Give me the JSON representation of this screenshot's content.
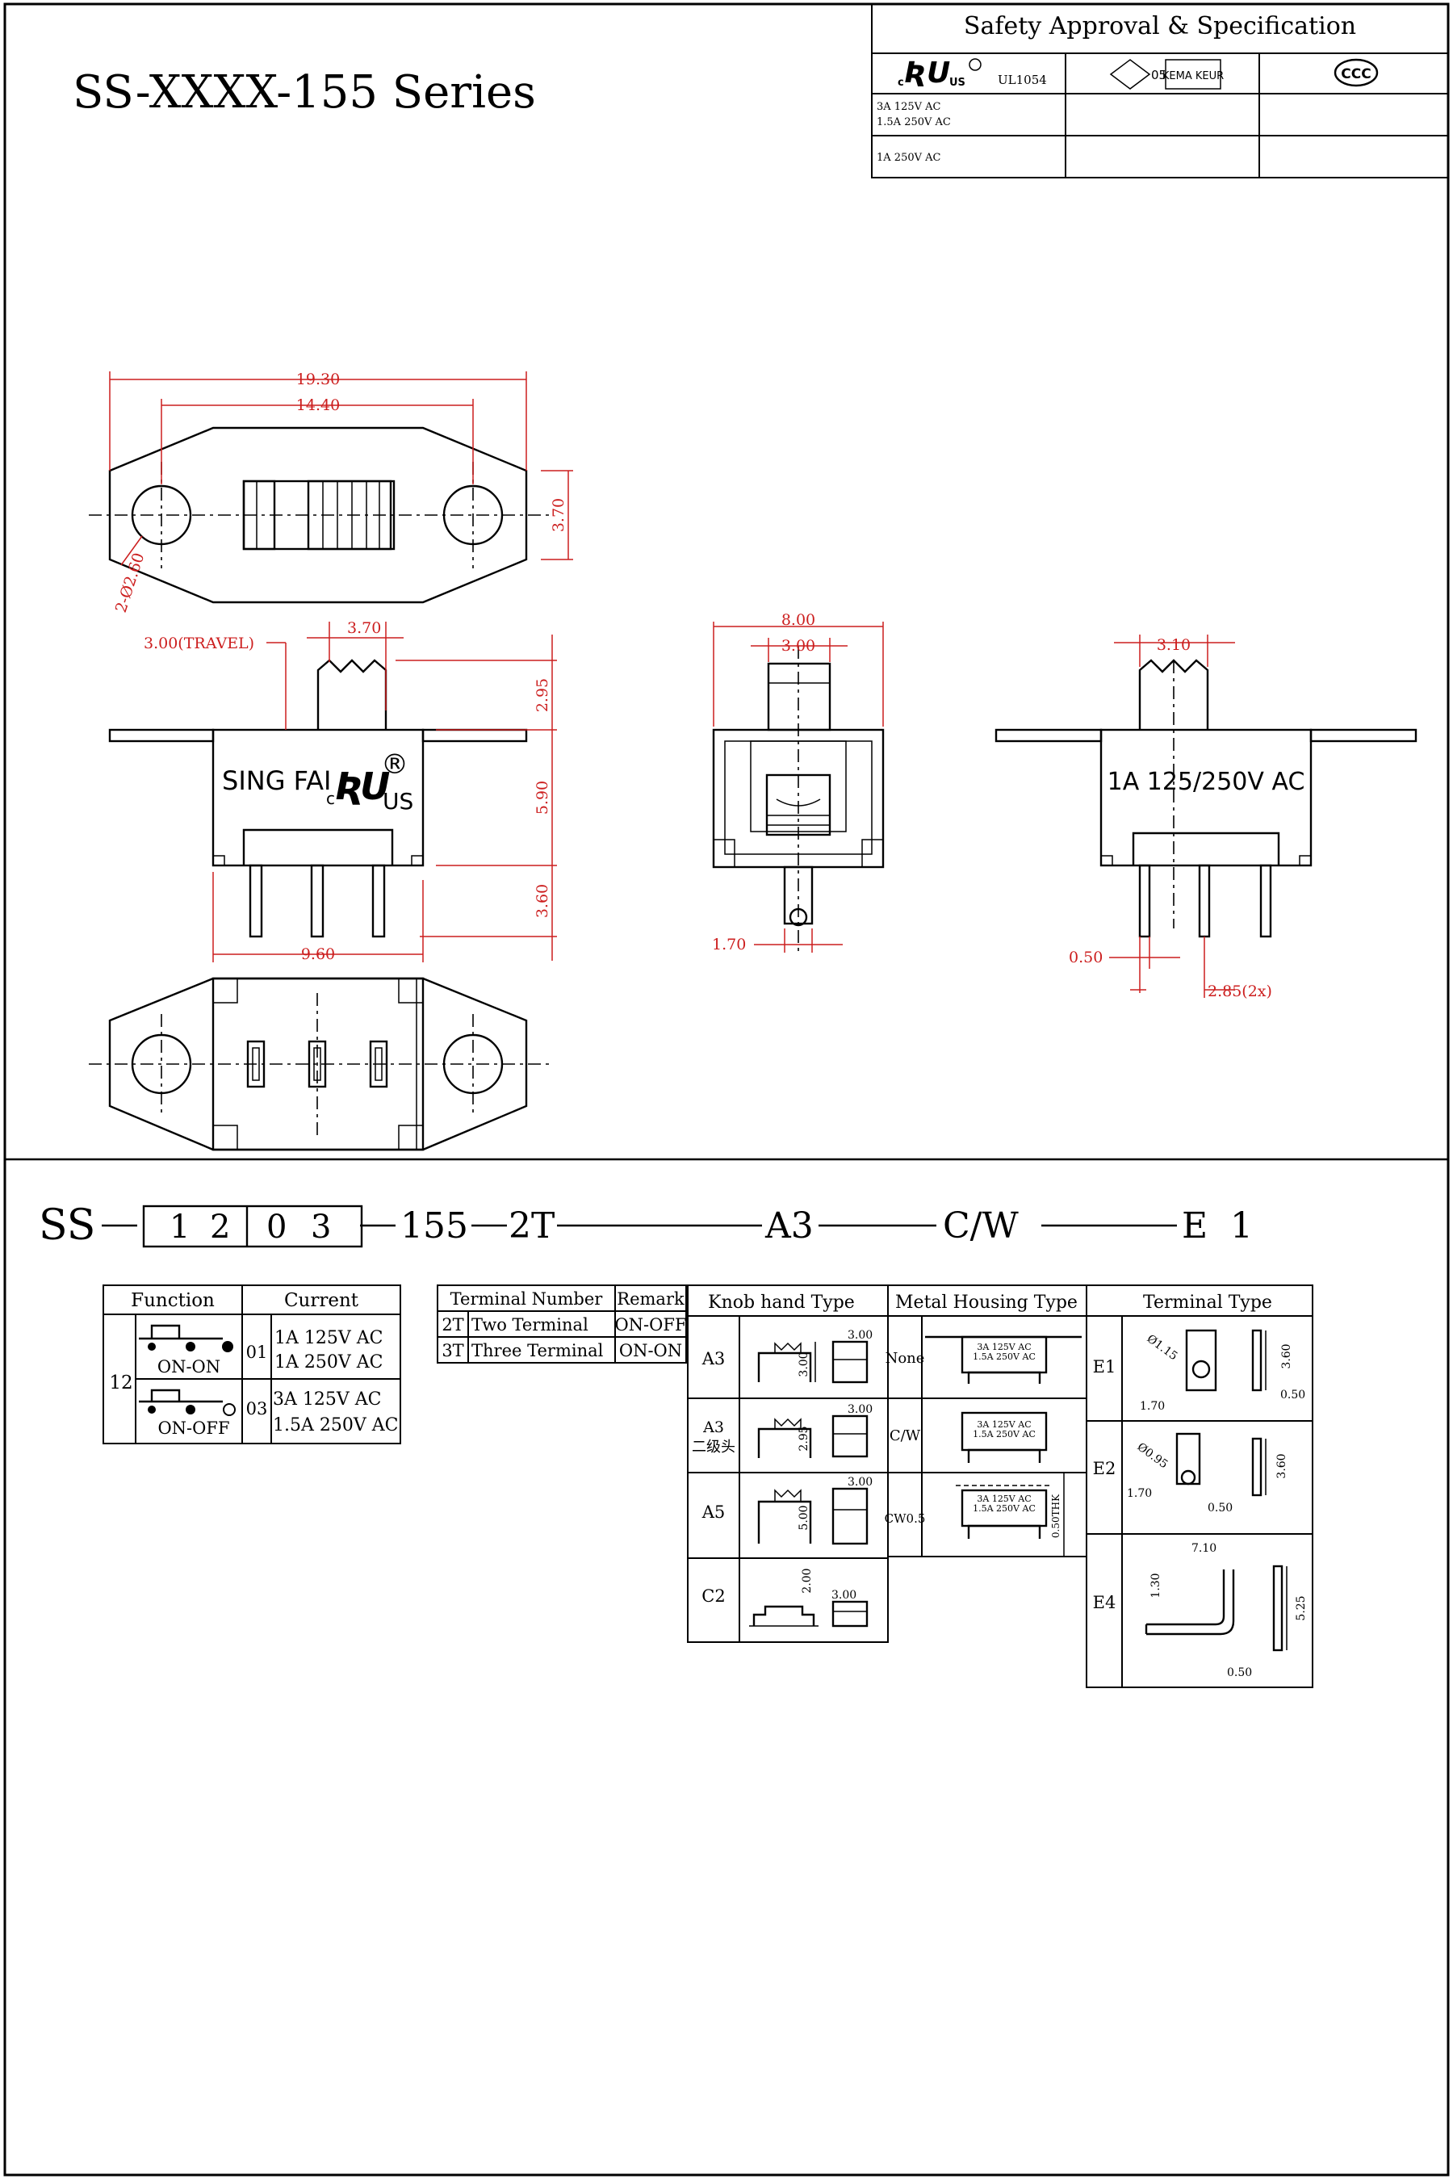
{
  "title": "SS-XXXX-155 Series",
  "approval": {
    "header": "Safety Approval & Specification",
    "ul_code": "UL1054",
    "ul_mark_sub": [
      "c",
      "US"
    ],
    "kema_label": "KEMA KEUR",
    "kema_num": "05",
    "ccc_label": "CCC",
    "rating_rows": [
      [
        "3A 125V AC",
        "1.5A 250V AC"
      ],
      [
        "1A 250V AC"
      ]
    ]
  },
  "dimensions": {
    "overall_length": "19.30",
    "hole_pitch": "14.40",
    "mount_width": "3.70",
    "hole_dia": "2-Ø2.60",
    "travel": "3.00(TRAVEL)",
    "knob_width": "3.70",
    "knob_height": "2.95",
    "body_height": "5.90",
    "pin_length": "3.60",
    "body_length": "9.60",
    "side_width": "8.00",
    "side_knob": "3.00",
    "side_pin": "1.70",
    "right_knob": "3.10",
    "pin_thick": "0.50",
    "pin_pitch": "2.85(2x)"
  },
  "body_marking": {
    "brand": "SING FAI",
    "ul_sub": [
      "c",
      "US"
    ],
    "reg": "®",
    "rating": "1A 125/250V AC"
  },
  "part_code": {
    "prefix": "SS",
    "digits": [
      "1",
      "2",
      "0",
      "3"
    ],
    "series": "155",
    "terminal": "2T",
    "knob": "A3",
    "housing": "C/W",
    "term_type_letter": "E",
    "term_type_num": "1"
  },
  "function_table": {
    "headers": [
      "Function",
      "Current"
    ],
    "code": "12",
    "rows": [
      {
        "func": "ON-ON",
        "code": "01",
        "current": [
          "1A 125V AC",
          "1A 250V AC"
        ]
      },
      {
        "func": "ON-OFF",
        "code": "03",
        "current": [
          "3A 125V AC",
          "1.5A 250V AC"
        ]
      }
    ]
  },
  "terminal_number_table": {
    "headers": [
      "Terminal Number",
      "Remark"
    ],
    "rows": [
      {
        "code": "2T",
        "name": "Two Terminal",
        "remark": "ON-OFF"
      },
      {
        "code": "3T",
        "name": "Three Terminal",
        "remark": "ON-ON"
      }
    ]
  },
  "knob_table": {
    "header": "Knob hand Type",
    "rows": [
      {
        "code": "A3",
        "sub": "",
        "h": "3.00",
        "w": "3.00"
      },
      {
        "code": "A3",
        "sub": "二级头",
        "h": "2.95",
        "w": "3.00"
      },
      {
        "code": "A5",
        "sub": "",
        "h": "5.00",
        "w": "3.00"
      },
      {
        "code": "C2",
        "sub": "",
        "h": "2.00",
        "w": "3.00"
      }
    ]
  },
  "housing_table": {
    "header": "Metal Housing Type",
    "rows": [
      {
        "code": "None",
        "rating": [
          "3A 125V AC",
          "1.5A 250V AC"
        ],
        "note": ""
      },
      {
        "code": "C/W",
        "rating": [
          "3A 125V AC",
          "1.5A 250V AC"
        ],
        "note": ""
      },
      {
        "code": "CW0.5",
        "rating": [
          "3A 125V AC",
          "1.5A 250V AC"
        ],
        "note": "0.50THK"
      }
    ]
  },
  "terminal_type_table": {
    "header": "Terminal Type",
    "rows": [
      {
        "code": "E1",
        "dims": [
          "Ø1.15",
          "3.60",
          "1.70",
          "0.50"
        ]
      },
      {
        "code": "E2",
        "dims": [
          "Ø0.95",
          "3.60",
          "1.70",
          "0.50"
        ]
      },
      {
        "code": "E4",
        "dims": [
          "7.10",
          "1.30",
          "5.25",
          "0.50"
        ]
      }
    ]
  }
}
